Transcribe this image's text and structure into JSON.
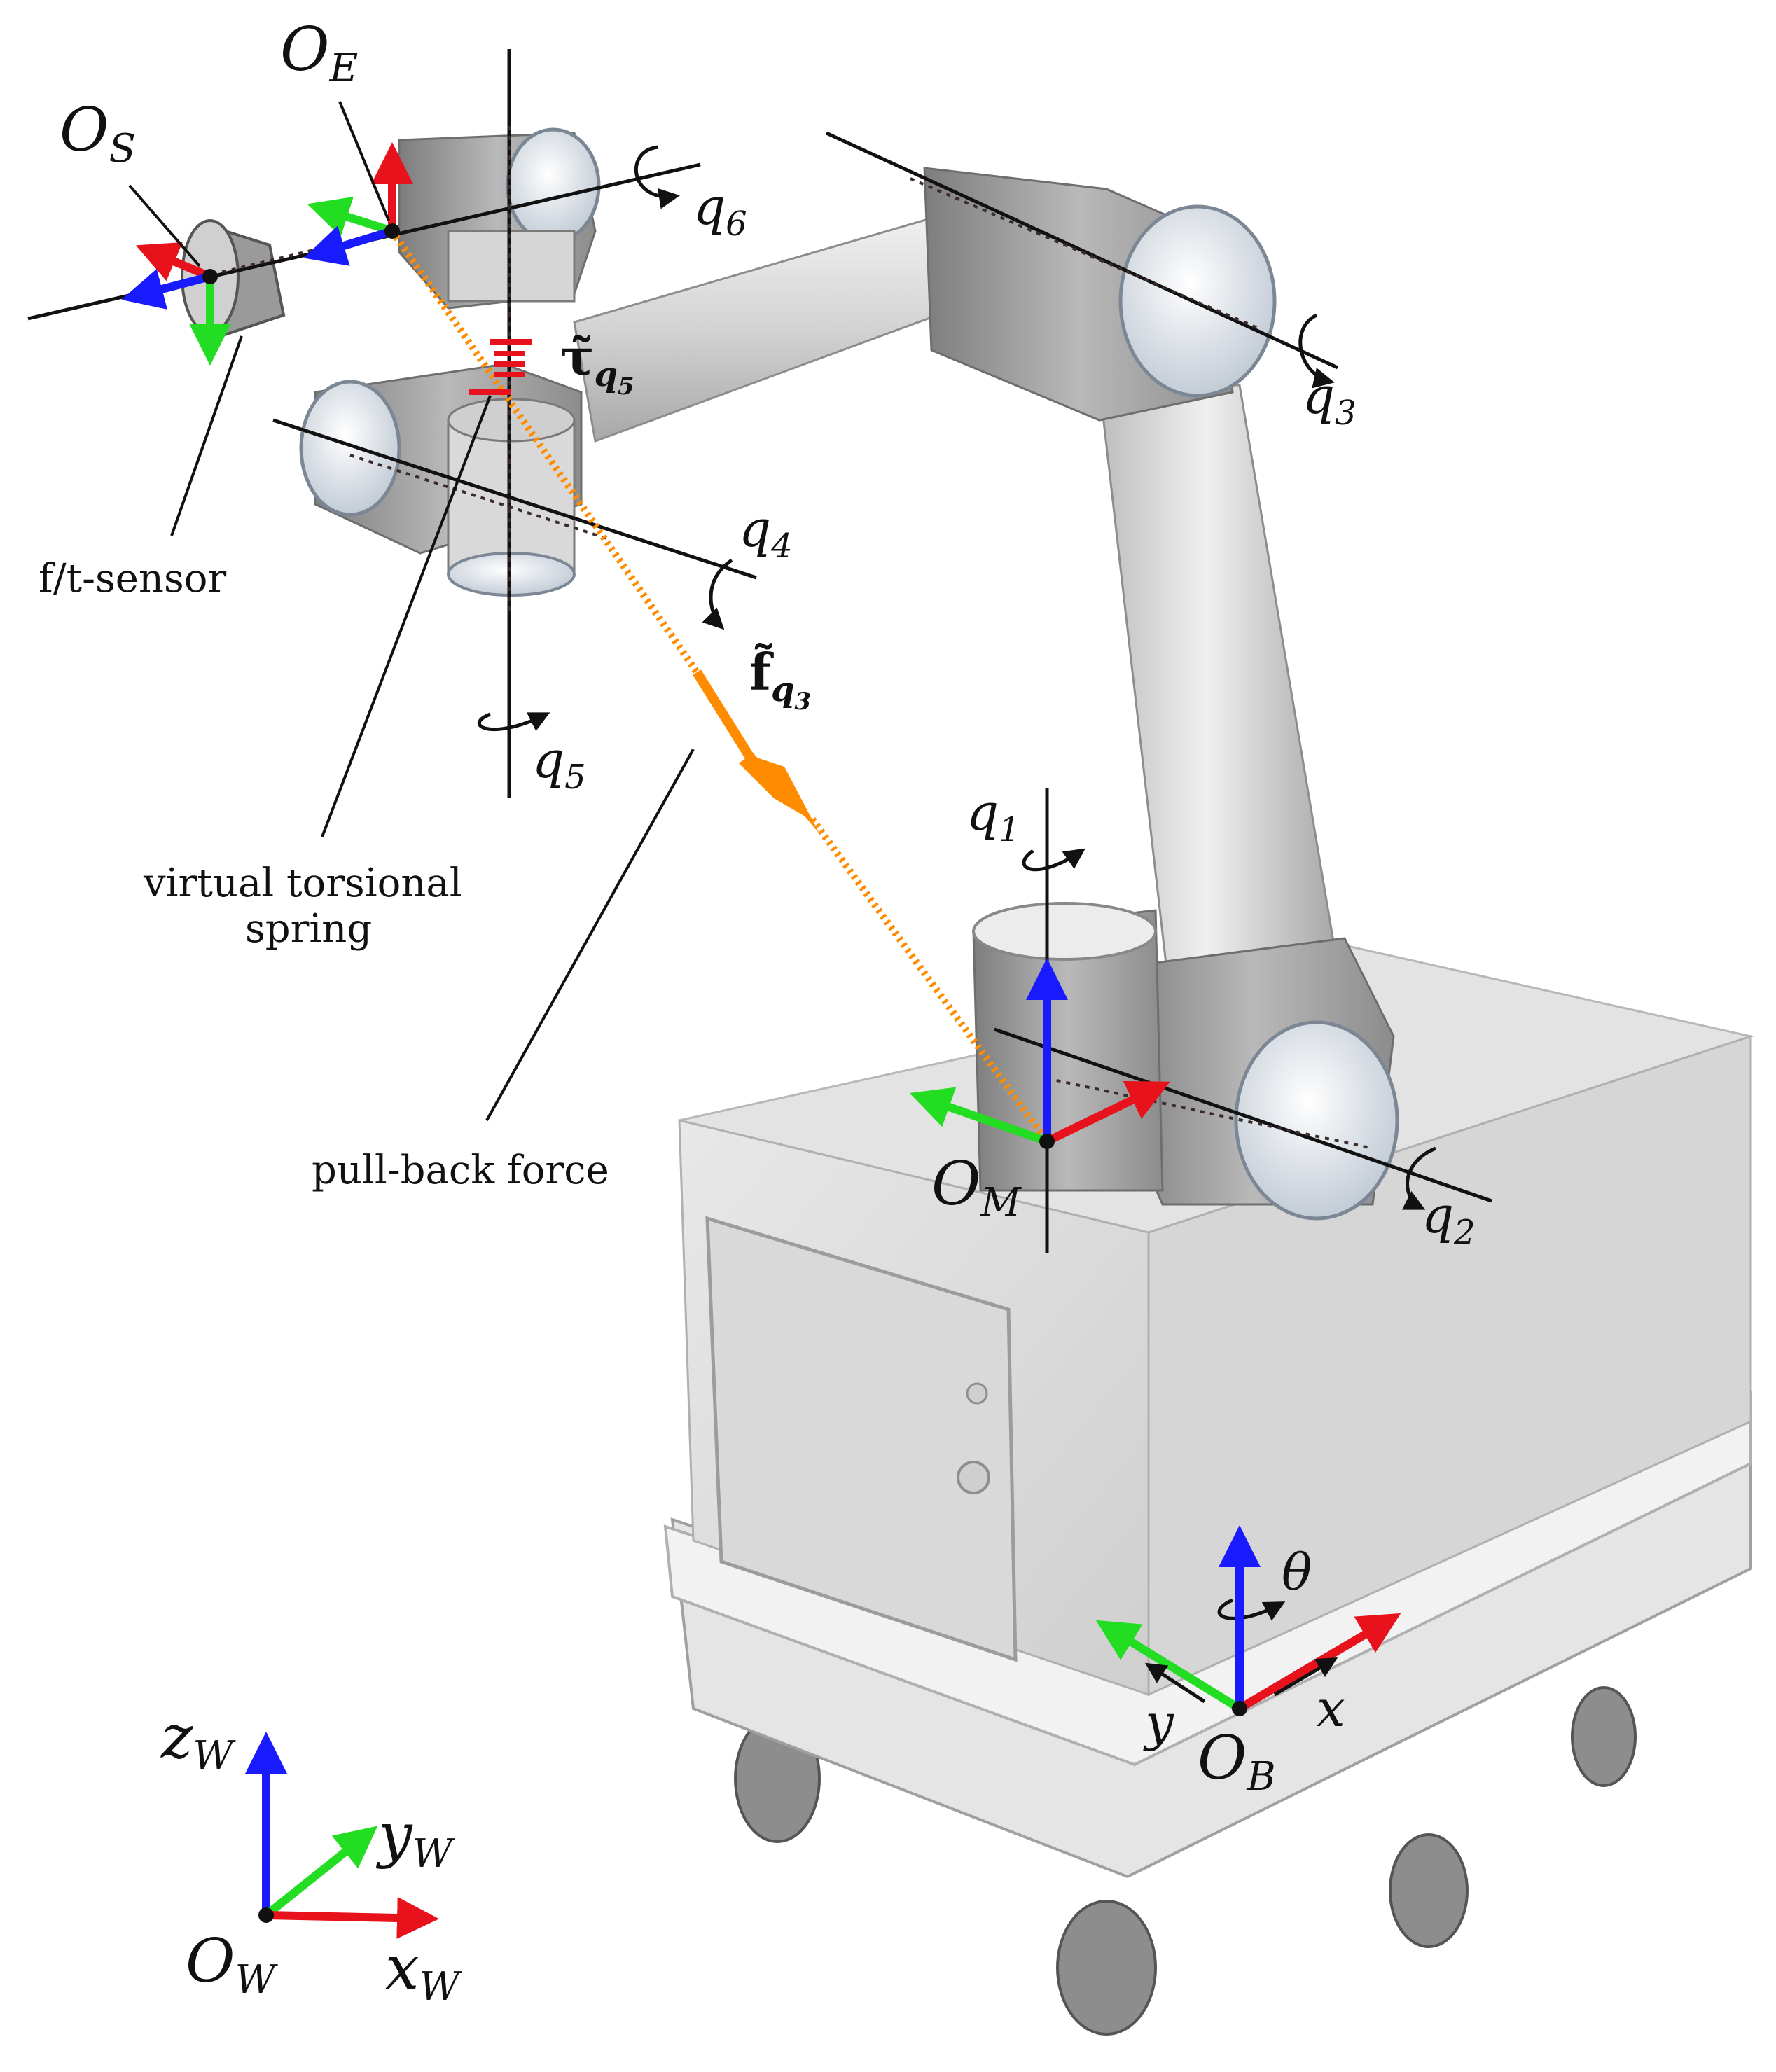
{
  "labels": {
    "o_s": {
      "main": "O",
      "sub": "S"
    },
    "o_e": {
      "main": "O",
      "sub": "E"
    },
    "o_m": {
      "main": "O",
      "sub": "M"
    },
    "o_b": {
      "main": "O",
      "sub": "B"
    },
    "o_w": {
      "main": "O",
      "sub": "W"
    },
    "z_w": {
      "main": "z",
      "sub": "W"
    },
    "y_w": {
      "main": "y",
      "sub": "W"
    },
    "x_w": {
      "main": "x",
      "sub": "W"
    },
    "q1": {
      "main": "q",
      "sub": "1"
    },
    "q2": {
      "main": "q",
      "sub": "2"
    },
    "q3": {
      "main": "q",
      "sub": "3"
    },
    "q4": {
      "main": "q",
      "sub": "4"
    },
    "q5": {
      "main": "q",
      "sub": "5"
    },
    "q6": {
      "main": "q",
      "sub": "6"
    },
    "tau": {
      "main": "τ̃",
      "sub": "q",
      "subsub": "5"
    },
    "force": {
      "main": "f̃",
      "sub": "q",
      "subsub": "3"
    },
    "theta": "θ",
    "base_x": "x",
    "base_y": "y"
  },
  "annotations": {
    "sensor": "f/t-sensor",
    "spring_line1": "virtual torsional",
    "spring_line2": "spring",
    "pullback": "pull-back force"
  },
  "colors": {
    "x_axis": "#e8121c",
    "y_axis": "#22dd22",
    "z_axis": "#1a1aff",
    "pull_force": "#ff8c00",
    "spring": "#e8121c",
    "robot_body": "#cfcfcf",
    "robot_dark": "#9a9a9a",
    "robot_cap": "#e6ecf3",
    "platform": "#dcdcdc"
  }
}
